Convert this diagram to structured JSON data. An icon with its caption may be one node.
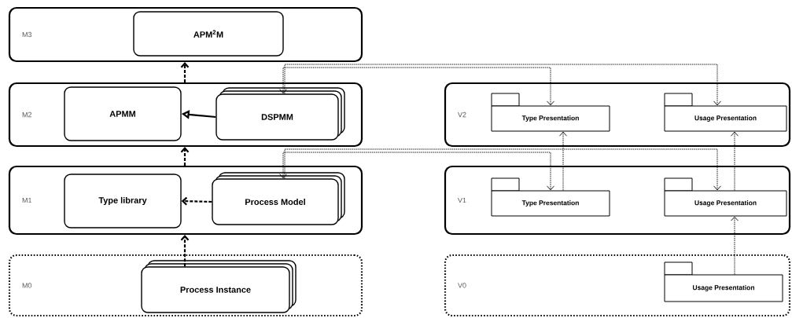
{
  "diagram": {
    "nodes": [
      {
        "text": [
          "M3"
        ]
      },
      {
        "text": [
          "APM$^{2}$M"
        ],
        "in": 0
      },
      {
        "text": [
          "M2"
        ]
      },
      {
        "text": [
          "APMM"
        ],
        "in": 2
      },
      {
        "text": [
          "DSPMM"
        ],
        "in": 2
      },
      {
        "text": [
          "M1"
        ]
      },
      {
        "text": [
          "Type library"
        ],
        "in": 5
      },
      {
        "text": [
          "Process Model"
        ],
        "in": 5
      },
      {
        "text": [
          "M0"
        ]
      },
      {
        "text": [
          "Process Instance"
        ],
        "in": 8
      },
      {
        "text": [
          "V2"
        ]
      },
      {
        "text": [
          "Type Presentation"
        ],
        "in": 10
      },
      {
        "text": [
          "Usage Presentation"
        ],
        "in": 10
      },
      {
        "text": [
          "V1"
        ]
      },
      {
        "text": [
          "Type Presentation"
        ],
        "in": 13
      },
      {
        "text": [
          "Usage Presentation"
        ],
        "in": 13
      },
      {
        "text": [
          "V0"
        ]
      },
      {
        "text": [
          "Usage Presentation"
        ],
        "in": 16
      }
    ],
    "edges": [
      {
        "from": 2,
        "to": 0,
        "arrow": "to",
        "style": "dashed"
      },
      {
        "from": 5,
        "to": 2,
        "arrow": "to",
        "style": "dashed"
      },
      {
        "from": 9,
        "to": 5,
        "arrow": "to",
        "style": "dashed"
      },
      {
        "from": 4,
        "to": 3,
        "arrow": "to"
      },
      {
        "from": 7,
        "to": 6,
        "arrow": "to",
        "style": "dashed"
      },
      {
        "from": 4,
        "to": 11,
        "arrow": "both",
        "style": "dashed"
      },
      {
        "from": 4,
        "to": 12,
        "arrow": "to",
        "style": "dashed"
      },
      {
        "from": 7,
        "to": 14,
        "arrow": "both",
        "style": "dashed"
      },
      {
        "from": 7,
        "to": 15,
        "arrow": "to",
        "style": "dashed"
      },
      {
        "from": 14,
        "to": 11,
        "arrow": "to",
        "style": "dashed"
      },
      {
        "from": 15,
        "to": 12,
        "arrow": "to",
        "style": "dashed"
      },
      {
        "from": 17,
        "to": 15,
        "arrow": "to",
        "style": "dashed"
      }
    ]
  }
}
